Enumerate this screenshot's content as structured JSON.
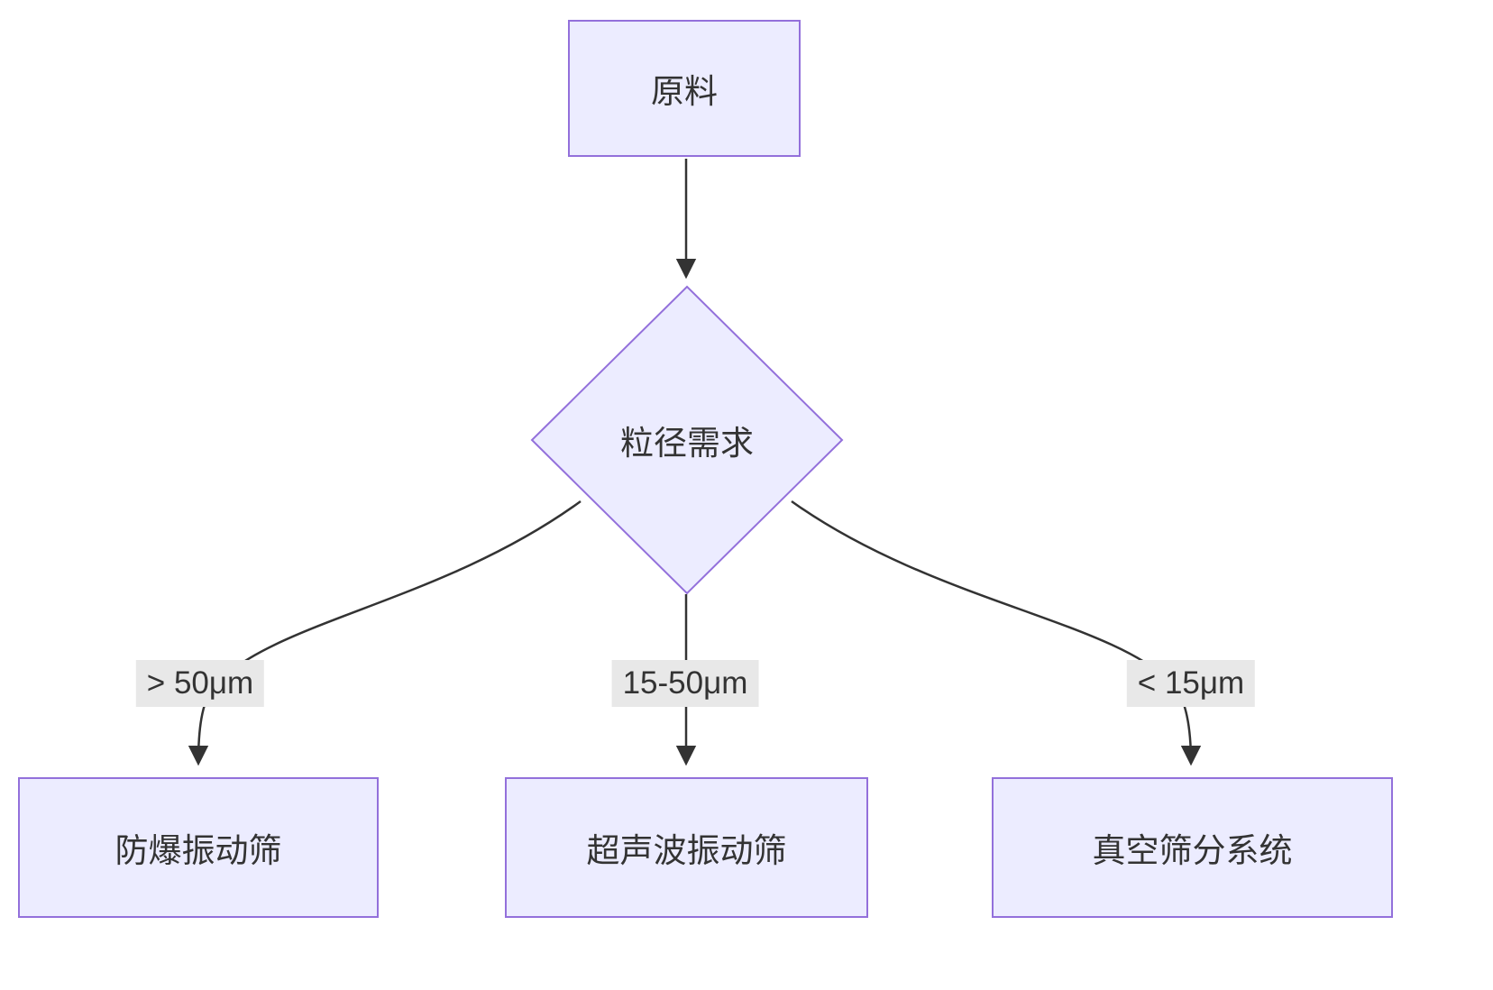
{
  "diagram": {
    "nodes": {
      "raw_material": "原料",
      "particle_size_decision": "粒径需求",
      "explosion_proof_screen": "防爆振动筛",
      "ultrasonic_screen": "超声波振动筛",
      "vacuum_screen": "真空筛分系统"
    },
    "edge_labels": {
      "gt_50um": "> 50μm",
      "mid_15_50um": "15-50μm",
      "lt_15um": "< 15μm"
    },
    "colors": {
      "node_fill": "#ECECFF",
      "node_border": "#9370DB",
      "edge_stroke": "#333333",
      "edge_label_bg": "#e8e8e8",
      "text": "#333333"
    }
  }
}
